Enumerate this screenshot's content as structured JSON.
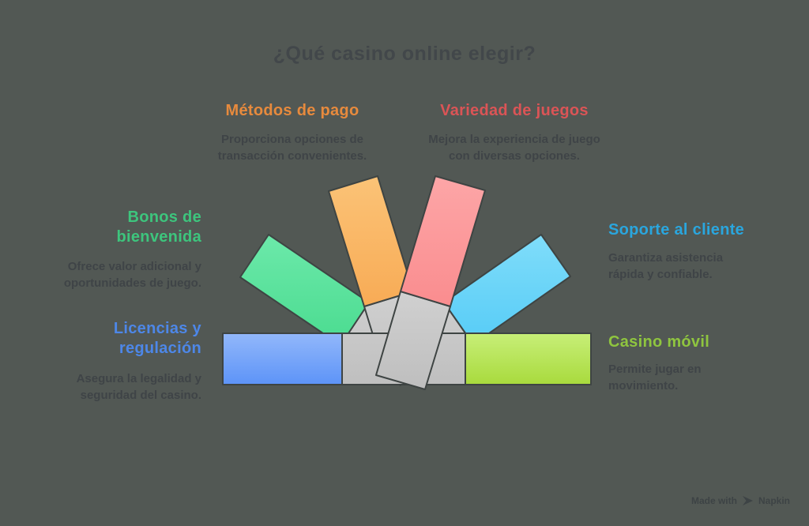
{
  "background_color": "#525854",
  "stroke_color": "#3e4443",
  "title": "¿Qué casino online elegir?",
  "title_color": "#42474a",
  "description_color": "#3f4447",
  "items": [
    {
      "id": "metodos-de-pago",
      "heading_lines": [
        "Métodos de pago"
      ],
      "desc_lines": [
        "Proporciona opciones de",
        "transacción convenientes."
      ],
      "heading_color": "#e78a3d",
      "blade_fill_top": "#fbc377",
      "blade_fill_bottom": "#f69e43"
    },
    {
      "id": "variedad-de-juegos",
      "heading_lines": [
        "Variedad de juegos"
      ],
      "desc_lines": [
        "Mejora la experiencia de juego",
        "con diversas opciones."
      ],
      "heading_color": "#db5456",
      "blade_fill_top": "#fda6a7",
      "blade_fill_bottom": "#f87c7f"
    },
    {
      "id": "bonos-de-bienvenida",
      "heading_lines": [
        "Bonos de",
        "bienvenida"
      ],
      "desc_lines": [
        "Ofrece valor adicional y",
        "oportunidades de juego."
      ],
      "heading_color": "#3dc57d",
      "blade_fill_top": "#6ce9aa",
      "blade_fill_bottom": "#3ed686"
    },
    {
      "id": "soporte-al-cliente",
      "heading_lines": [
        "Soporte al cliente"
      ],
      "desc_lines": [
        "Garantiza asistencia",
        "rápida y confiable."
      ],
      "heading_color": "#2aa6de",
      "blade_fill_top": "#80ddfa",
      "blade_fill_bottom": "#46c5f5"
    },
    {
      "id": "licencias-y-regulacion",
      "heading_lines": [
        "Licencias y",
        "regulación"
      ],
      "desc_lines": [
        "Asegura la legalidad y",
        "seguridad del casino."
      ],
      "heading_color": "#4d87e8",
      "blade_fill_top": "#93b8fa",
      "blade_fill_bottom": "#5c93f8"
    },
    {
      "id": "casino-movil",
      "heading_lines": [
        "Casino móvil"
      ],
      "desc_lines": [
        "Permite jugar en",
        "movimiento."
      ],
      "heading_color": "#8fc53f",
      "blade_fill_top": "#c8ef79",
      "blade_fill_bottom": "#a8da3c"
    }
  ],
  "fan_base_fill": "#c6c6c6",
  "watermark": {
    "prefix": "Made with",
    "brand": "Napkin"
  }
}
